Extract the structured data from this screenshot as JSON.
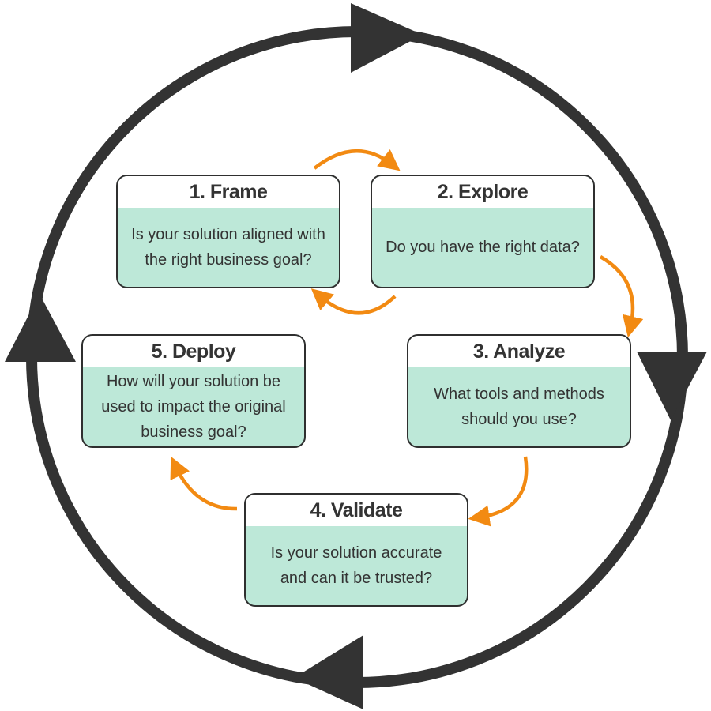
{
  "colors": {
    "ring": "#333333",
    "connector": "#f28a12",
    "card_fill": "#bde8d8",
    "card_header": "#ffffff",
    "text": "#333333"
  },
  "steps": [
    {
      "title": "1. Frame",
      "question": "Is your solution aligned with the right business goal?"
    },
    {
      "title": "2. Explore",
      "question": "Do you have the right data?"
    },
    {
      "title": "3. Analyze",
      "question": "What tools and methods should you use?"
    },
    {
      "title": "4. Validate",
      "question": "Is your solution accurate and can it be trusted?"
    },
    {
      "title": "5. Deploy",
      "question": "How will your solution be used to impact the original business goal?"
    }
  ]
}
